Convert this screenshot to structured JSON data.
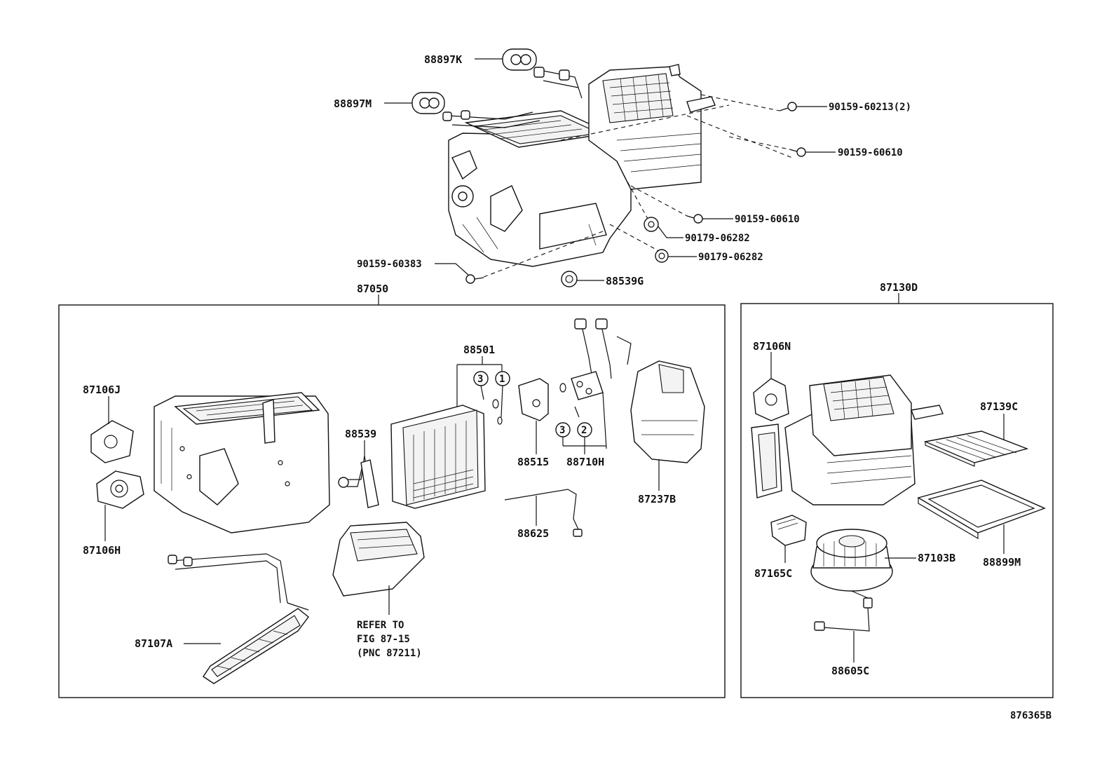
{
  "diagram": {
    "figure_code": "876365B",
    "top_labels": {
      "p88897K": "88897K",
      "p88897M": "88897M",
      "p90159_60213": "90159-60213(2)",
      "p90159_60610a": "90159-60610",
      "p90159_60610b": "90159-60610",
      "p90179_06282a": "90179-06282",
      "p90179_06282b": "90179-06282",
      "p90159_60383": "90159-60383",
      "p88539G": "88539G"
    },
    "left_box": {
      "title": "87050",
      "labels": {
        "p87106J": "87106J",
        "p87106H": "87106H",
        "p87107A": "87107A",
        "p88539": "88539",
        "p88501": "88501",
        "p88515": "88515",
        "p88710H": "88710H",
        "p88625": "88625",
        "p87237B": "87237B"
      },
      "refer": [
        "REFER TO",
        "FIG 87-15",
        "(PNC 87211)"
      ],
      "circles": [
        "3",
        "1",
        "3",
        "2"
      ]
    },
    "right_box": {
      "title": "87130D",
      "labels": {
        "p87106N": "87106N",
        "p87139C": "87139C",
        "p87165C": "87165C",
        "p87103B": "87103B",
        "p88899M": "88899M",
        "p88605C": "88605C"
      }
    }
  }
}
